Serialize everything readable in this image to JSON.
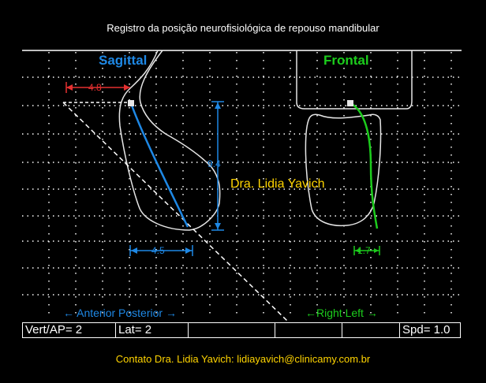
{
  "title": "Registro da posição neurofisiológica de repouso mandibular",
  "views": {
    "sagittal": "Sagittal",
    "frontal": "Frontal"
  },
  "measurements": {
    "horizontal_red": "4.8",
    "vertical_blue": "9.4",
    "horizontal_blue": "4.5",
    "frontal_green": "1.7"
  },
  "watermark": "Dra. Lidia Yavich",
  "directions": {
    "anterior_posterior": "← Anterior  Posterior →",
    "right_left": "←Right    Left →"
  },
  "status_bar": {
    "vert_ap": "Vert/AP= 2",
    "lat": "Lat= 2",
    "spd": "Spd= 1.0"
  },
  "contact": "Contato  Dra. Lidia Yavich:  lidiayavich@clinicamy.com.br",
  "colors": {
    "sagittal": "#1e88e5",
    "frontal": "#1ccc1c",
    "measure_red": "#e53030",
    "accent_yellow": "#ffd400",
    "grid": "#ffffff"
  }
}
